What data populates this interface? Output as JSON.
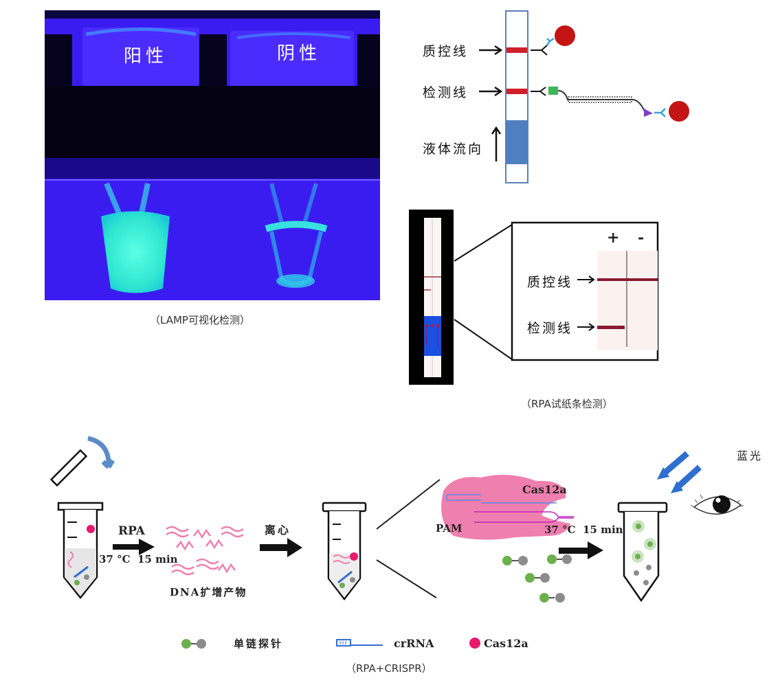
{
  "panels": {
    "lamp": {
      "caption": "（LAMP可视化检测）",
      "tube_labels": {
        "positive": "阳性",
        "negative": "阴性"
      },
      "colors": {
        "background": "#3b1cf0",
        "dark_band": "#050214",
        "fluorescence": "#38f0d8"
      }
    },
    "strip_diagram": {
      "control_line_label": "质控线",
      "test_line_label": "检测线",
      "flow_direction_label": "液体流向",
      "colors": {
        "line_red": "#d0202a",
        "pad_blue": "#4f7fc0",
        "particle_red": "#c41414"
      }
    },
    "rpa_strip": {
      "caption": "（RPA试纸条检测）",
      "plus_label": "+",
      "minus_label": "-",
      "control_line_label": "质控线",
      "test_line_label": "检测线"
    },
    "crispr": {
      "caption": "（RPA+CRISPR）",
      "step1_label_top": "RPA",
      "step1_label_bottom": "37 °C  15 min",
      "dna_product_label": "DNA扩增产物",
      "centrifuge_label": "离心",
      "cas_label": "Cas12a",
      "pam_label": "PAM",
      "step2_label": "37 °C  15 min",
      "blue_light_label": "蓝光",
      "legend": [
        {
          "icon": "probe-icon",
          "label": "单链探针"
        },
        {
          "icon": "crrna-icon",
          "label": "crRNA"
        },
        {
          "icon": "cas12a-dot-icon",
          "label": "Cas12a"
        }
      ],
      "colors": {
        "pink": "#ef7fae",
        "magenta": "#e8186a",
        "green": "#6ab04c",
        "gray": "#8c8c8c",
        "blue": "#2f6fd0"
      }
    }
  }
}
